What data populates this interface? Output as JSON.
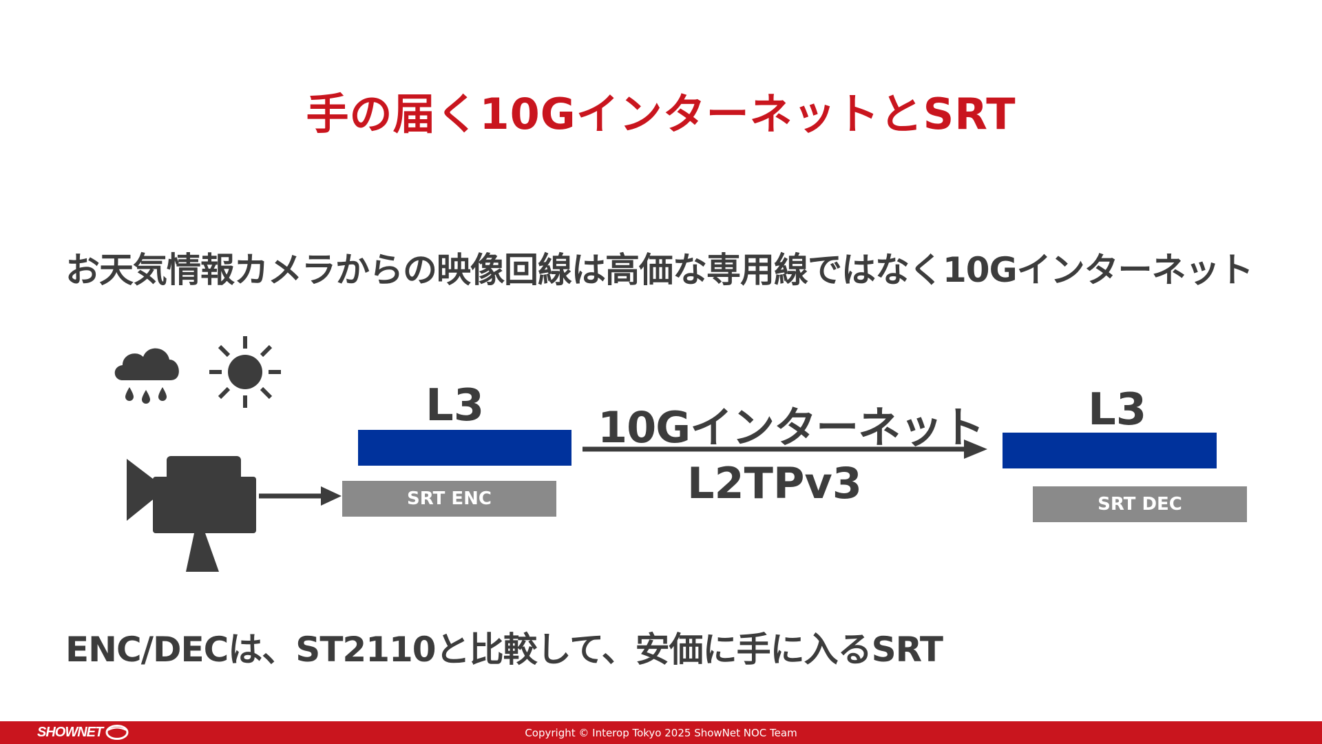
{
  "slide": {
    "title": "手の届く10GインターネットとSRT",
    "headline": "お天気情報カメラからの映像回線は高価な専用線ではなく10Gインターネット",
    "subline": "ENC/DECは、ST2110と比較して、安価に手に入るSRT"
  },
  "diagram": {
    "left_layer": "L3",
    "right_layer": "L3",
    "link_label": "10Gインターネット",
    "tunnel_label": "L2TPv3",
    "encoder_label": "SRT ENC",
    "decoder_label": "SRT DEC",
    "icons": [
      "rain-cloud-icon",
      "sun-icon",
      "video-camera-icon"
    ],
    "colors": {
      "title": "#c9151e",
      "layer_bar": "#00329c",
      "box": "#8a8a8a",
      "icon": "#3c3c3c"
    }
  },
  "footer": {
    "logo": "SHOWNET",
    "copyright": "Copyright © Interop Tokyo 2025 ShowNet NOC Team"
  }
}
